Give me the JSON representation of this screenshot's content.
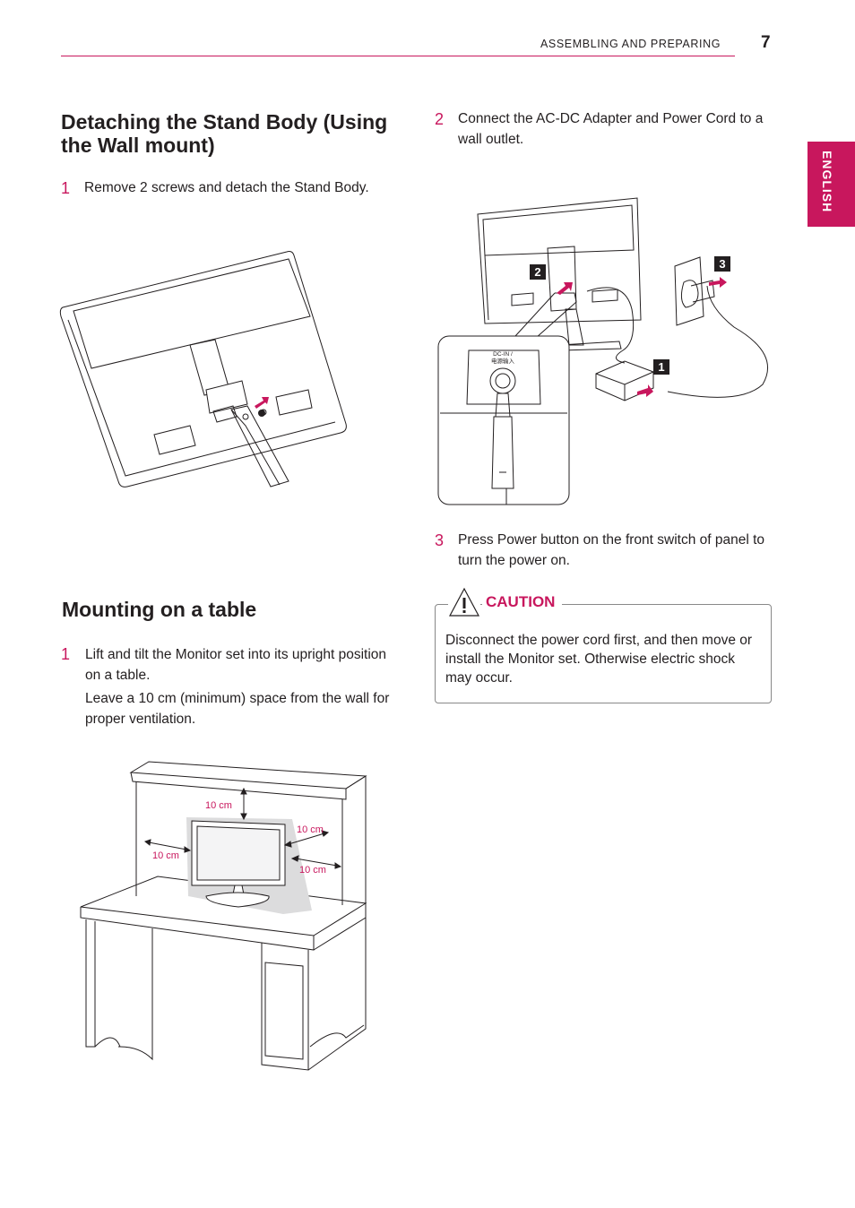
{
  "header": {
    "title": "ASSEMBLING AND PREPARING",
    "page_number": "7",
    "language_tab": "ENGLISH"
  },
  "section_detach": {
    "title": "Detaching the Stand Body (Using the Wall mount)",
    "steps": [
      {
        "num": "1",
        "text": "Remove 2 screws and detach the Stand Body."
      }
    ]
  },
  "section_power": {
    "steps": [
      {
        "num": "2",
        "text": "Connect the AC-DC Adapter and Power Cord to a wall outlet."
      },
      {
        "num": "3",
        "text": "Press Power button on the front switch of panel to turn the power on."
      }
    ],
    "figure": {
      "callouts": [
        "1",
        "2",
        "3"
      ],
      "port_label_1": "DC-IN /",
      "port_label_2": "电源输入"
    }
  },
  "caution": {
    "label": "CAUTION",
    "text": "Disconnect the power cord first, and then move or install the Monitor set. Otherwise electric shock may occur."
  },
  "section_table": {
    "title": "Mounting on a table",
    "step_num": "1",
    "step_text": "Lift and tilt the Monitor set into its upright position on a table.",
    "step_note": "Leave a 10 cm (minimum) space from the wall for proper ventilation.",
    "figure": {
      "clearance_label": "10 cm"
    }
  },
  "colors": {
    "accent": "#c8175d",
    "text": "#231f20"
  }
}
